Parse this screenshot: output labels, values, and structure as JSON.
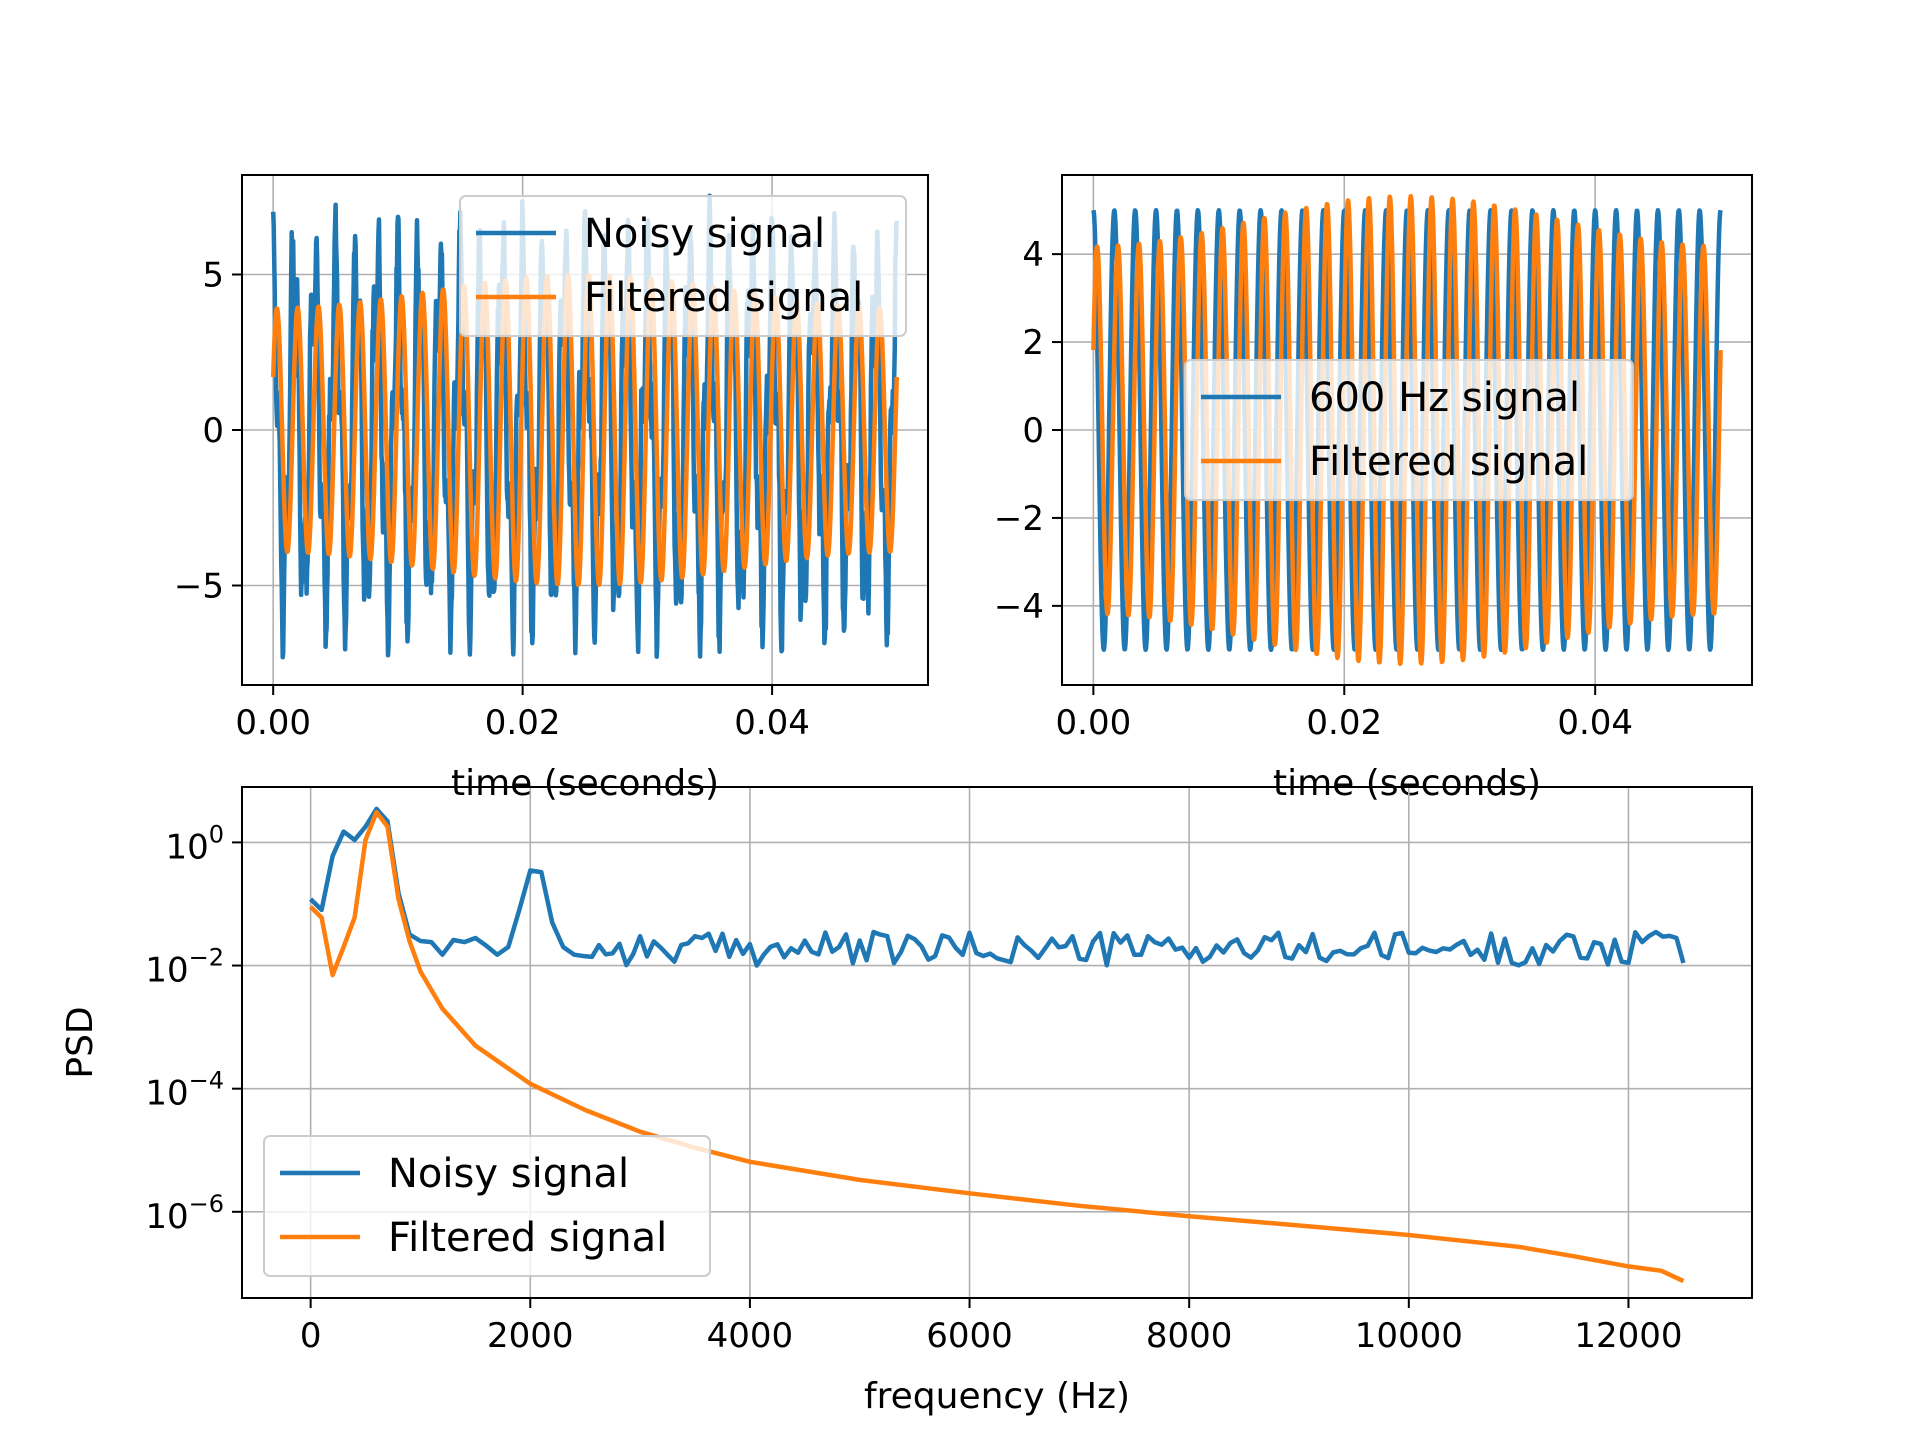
{
  "colors": {
    "noisy": "#1f77b4",
    "filtered": "#ff7f0e",
    "grid": "#b0b0b0",
    "frame": "#000000"
  },
  "chart_data": [
    {
      "type": "line",
      "xlabel": "time (seconds)",
      "ylabel": "",
      "xlim": [
        -0.0025,
        0.0525
      ],
      "ylim": [
        -8.2,
        8.2
      ],
      "xticks": [
        0.0,
        0.02,
        0.04
      ],
      "xtick_labels": [
        "0.00",
        "0.02",
        "0.04"
      ],
      "yticks": [
        -5,
        0,
        5
      ],
      "ytick_labels": [
        "−5",
        "0",
        "5"
      ],
      "grid": true,
      "legend_position": "top-right",
      "series": [
        {
          "name": "Noisy signal",
          "color": "#1f77b4",
          "samples": 1250,
          "components": [
            {
              "freq_hz": 600,
              "amp": 5.0,
              "phase": 1.5708
            },
            {
              "freq_hz": 2000,
              "amp": 2.0,
              "phase": 1.5708
            },
            {
              "freq_hz": 0,
              "amp": 0.5,
              "phase": 0,
              "noise": true
            }
          ]
        },
        {
          "name": "Filtered signal",
          "color": "#ff7f0e",
          "samples": 1250,
          "components": [
            {
              "freq_hz": 600,
              "amp": 4.45,
              "phase": 0.45,
              "envelope": 0.12
            }
          ]
        }
      ]
    },
    {
      "type": "line",
      "xlabel": "time (seconds)",
      "ylabel": "",
      "xlim": [
        -0.0025,
        0.0525
      ],
      "ylim": [
        -5.8,
        5.8
      ],
      "xticks": [
        0.0,
        0.02,
        0.04
      ],
      "xtick_labels": [
        "0.00",
        "0.02",
        "0.04"
      ],
      "yticks": [
        -4,
        -2,
        0,
        2,
        4
      ],
      "ytick_labels": [
        "−4",
        "−2",
        "0",
        "2",
        "4"
      ],
      "grid": true,
      "legend_position": "center-right",
      "series": [
        {
          "name": "600 Hz signal",
          "color": "#1f77b4",
          "samples": 1250,
          "components": [
            {
              "freq_hz": 600,
              "amp": 5.0,
              "phase": 1.5708
            }
          ]
        },
        {
          "name": "Filtered signal",
          "color": "#ff7f0e",
          "samples": 1250,
          "components": [
            {
              "freq_hz": 600,
              "amp": 4.75,
              "phase": 0.45,
              "envelope": 0.12
            }
          ]
        }
      ]
    },
    {
      "type": "line",
      "xlabel": "frequency (Hz)",
      "ylabel": "PSD",
      "yscale": "log",
      "xlim": [
        -625,
        13125
      ],
      "ylim_log10": [
        -7.4,
        0.9
      ],
      "xticks": [
        0,
        2000,
        4000,
        6000,
        8000,
        10000,
        12000
      ],
      "xtick_labels": [
        "0",
        "2000",
        "4000",
        "6000",
        "8000",
        "10000",
        "12000"
      ],
      "yticks_log10": [
        0,
        -2,
        -4,
        -6
      ],
      "ytick_labels": [
        {
          "base": "10",
          "exp": "0"
        },
        {
          "base": "10",
          "exp": "−2"
        },
        {
          "base": "10",
          "exp": "−4"
        },
        {
          "base": "10",
          "exp": "−6"
        }
      ],
      "grid": true,
      "legend_position": "lower-left",
      "series": [
        {
          "name": "Noisy signal",
          "color": "#1f77b4",
          "x": [
            0,
            100,
            200,
            300,
            400,
            500,
            600,
            700,
            800,
            900,
            1000,
            1100,
            1200,
            1300,
            1400,
            1500,
            1600,
            1700,
            1800,
            1900,
            2000,
            2100,
            2200,
            2300,
            2400
          ],
          "y": [
            0.12,
            0.08,
            0.6,
            1.5,
            1.1,
            1.8,
            3.5,
            2.2,
            0.15,
            0.032,
            0.025,
            0.024,
            0.015,
            0.026,
            0.024,
            0.028,
            0.021,
            0.015,
            0.02,
            0.08,
            0.35,
            0.33,
            0.05,
            0.02,
            0.015
          ],
          "noise_floor": {
            "x_start": 2500,
            "x_end": 12500,
            "step": 62.5,
            "value": 0.02,
            "bumps": [
              {
                "x": 12250,
                "value": 0.035
              }
            ]
          }
        },
        {
          "name": "Filtered signal",
          "color": "#ff7f0e",
          "x": [
            0,
            100,
            200,
            300,
            400,
            500,
            600,
            700,
            800,
            900,
            1000,
            1200,
            1500,
            2000,
            2500,
            3000,
            3500,
            4000,
            5000,
            6000,
            7000,
            8000,
            9000,
            10000,
            11000,
            11500,
            12000,
            12300,
            12500
          ],
          "y": [
            0.09,
            0.06,
            0.007,
            0.02,
            0.06,
            1.1,
            3.1,
            1.8,
            0.12,
            0.025,
            0.008,
            0.002,
            0.0005,
            0.00012,
            4.5e-05,
            2e-05,
            1.1e-05,
            6.5e-06,
            3.3e-06,
            2e-06,
            1.25e-06,
            8.5e-07,
            6e-07,
            4.2e-07,
            2.7e-07,
            1.9e-07,
            1.3e-07,
            1.1e-07,
            7.5e-08
          ]
        }
      ]
    }
  ]
}
